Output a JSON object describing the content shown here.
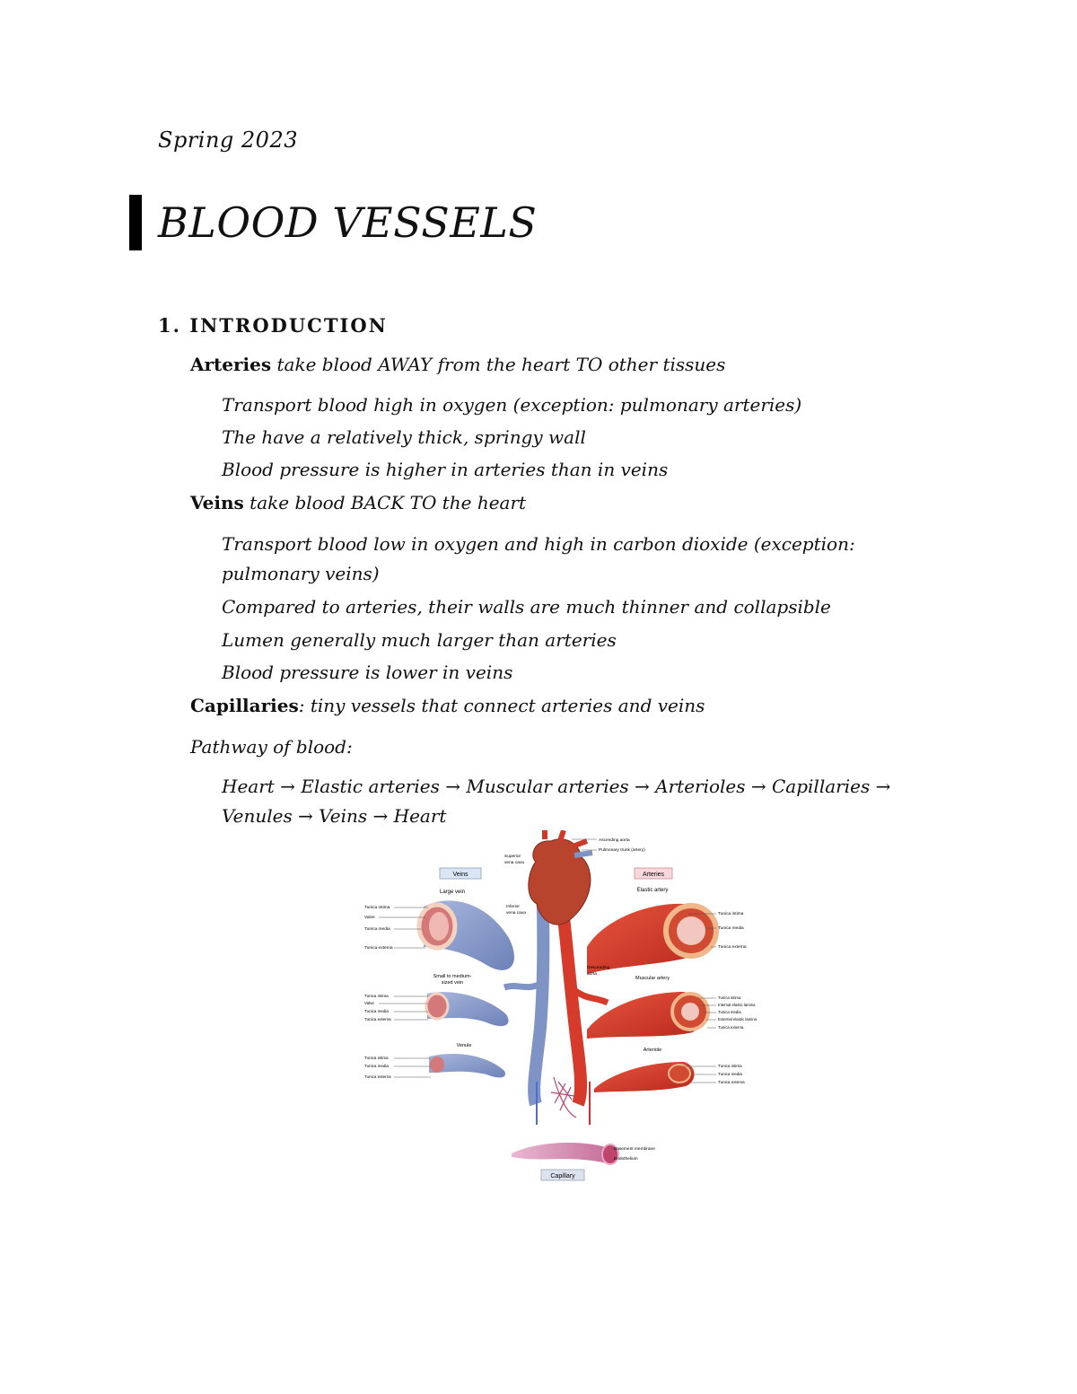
{
  "header": {
    "term": "Spring 2023"
  },
  "document": {
    "title": "BLOOD VESSELS",
    "section": {
      "number": "1.",
      "heading": "INTRODUCTION"
    },
    "arteries": {
      "label": "Arteries",
      "summary": " take blood AWAY from the heart TO other tissues",
      "points": [
        "Transport blood high in oxygen (exception: pulmonary arteries)",
        "The have a relatively thick, springy wall",
        "Blood pressure is higher in arteries than in veins"
      ]
    },
    "veins": {
      "label": "Veins",
      "summary": " take blood BACK TO the heart",
      "points": [
        "Transport blood low in oxygen and high in carbon dioxide (exception:",
        "pulmonary veins)",
        "Compared to arteries, their walls are much thinner and collapsible",
        "Lumen generally much larger than arteries",
        "Blood pressure is lower in veins"
      ]
    },
    "capillaries": {
      "label": "Capillaries",
      "summary": ": tiny vessels that connect arteries and veins"
    },
    "pathway": {
      "label": "Pathway of blood:",
      "line1": "Heart → Elastic arteries → Muscular arteries → Arterioles → Capillaries →",
      "line2": "Venules → Veins → Heart"
    }
  },
  "figure": {
    "veins_box": "Veins",
    "arteries_box": "Arteries",
    "capillary_box": "Capillary",
    "vein_labels": {
      "large_vein": "Large vein",
      "small_vein": [
        "Small to medium-",
        "sized vein"
      ],
      "venule": "Venule",
      "large_layers": [
        "Tunica intima",
        "Valve",
        "Tunica media",
        "Tunica externa"
      ],
      "small_layers": [
        "Tunica intima",
        "Valve",
        "Tunica media",
        "Tunica externa"
      ],
      "venule_layers": [
        "Tunica intima",
        "Tunica media",
        "Tunica externa"
      ]
    },
    "artery_labels": {
      "elastic": "Elastic artery",
      "muscular": "Muscular artery",
      "arteriole": "Arteriole",
      "elastic_layers": [
        "Tunica intima",
        "Tunica media",
        "Tunica externa"
      ],
      "muscular_layers": [
        "Tunica intima",
        "Internal elastic lamina",
        "Tunica media",
        "External elastic lamina",
        "Tunica externa"
      ],
      "arteriole_layers": [
        "Tunica intima",
        "Tunica media",
        "Tunica externa"
      ]
    },
    "center_labels": {
      "ascending_aorta": "Ascending aorta",
      "pulmonary_trunk": "Pulmonary trunk (artery)",
      "superior_vc": [
        "Superior",
        "vena cava"
      ],
      "inferior_vc": [
        "Inferior",
        "vena cava"
      ],
      "descending_aorta": [
        "Descending",
        "aorta"
      ]
    },
    "capillary_labels": [
      "Basement membrane",
      "Endothelium"
    ],
    "colors": {
      "vein": "#7f93c4",
      "artery": "#d63a2b",
      "lumen": "#e8a3a0",
      "heart": "#b8442e"
    }
  }
}
